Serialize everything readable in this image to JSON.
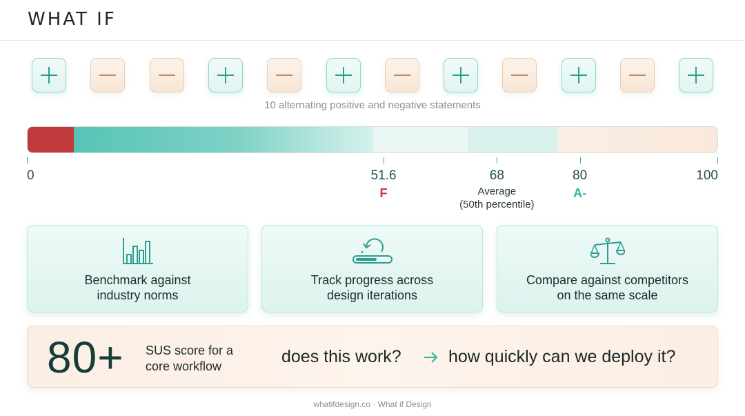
{
  "header": {
    "logo_text": "WHAT IF"
  },
  "statements": {
    "pattern": [
      "positive",
      "negative",
      "negative",
      "positive",
      "negative",
      "positive",
      "negative",
      "positive",
      "negative",
      "positive",
      "negative",
      "positive"
    ],
    "caption": "10 alternating positive and negative statements"
  },
  "scale": {
    "min": 0,
    "max": 100,
    "segments": [
      {
        "from": 0,
        "to": 6.7,
        "kind": "red"
      },
      {
        "from": 6.7,
        "to": 50.1,
        "kind": "teal"
      },
      {
        "from": 50.1,
        "to": 63.9,
        "kind": "light"
      },
      {
        "from": 63.9,
        "to": 76.9,
        "kind": "light-teal"
      },
      {
        "from": 76.9,
        "to": 100,
        "kind": "peach"
      }
    ],
    "ticks": [
      {
        "value": 0,
        "label": "0"
      },
      {
        "value": 51.6,
        "label": "51.6"
      },
      {
        "value": 68,
        "label": "68"
      },
      {
        "value": 80,
        "label": "80"
      },
      {
        "value": 100,
        "label": "100"
      }
    ],
    "grade_f": {
      "value": 51.6,
      "label": "F"
    },
    "grade_a": {
      "value": 80,
      "label": "A-"
    },
    "average": {
      "value": 68,
      "line1": "Average",
      "line2": "(50th percentile)"
    }
  },
  "cards": [
    {
      "icon": "bar-chart-icon",
      "line1": "Benchmark against",
      "line2": "industry norms"
    },
    {
      "icon": "progress-iteration-icon",
      "line1": "Track progress across",
      "line2": "design iterations"
    },
    {
      "icon": "balance-scale-icon",
      "line1": "Compare against competitors",
      "line2": "on the same scale"
    }
  ],
  "banner": {
    "score": "80+",
    "desc_line1": "SUS score for a",
    "desc_line2": "core workflow",
    "question1": "does this work?",
    "question2": "how quickly can we deploy it?"
  },
  "footer": {
    "text": "whatifdesign.co · What if Design"
  },
  "colors": {
    "teal": "#3aa597",
    "red": "#c0393b",
    "peach": "#f9e9dc",
    "dark": "#163d3a"
  }
}
